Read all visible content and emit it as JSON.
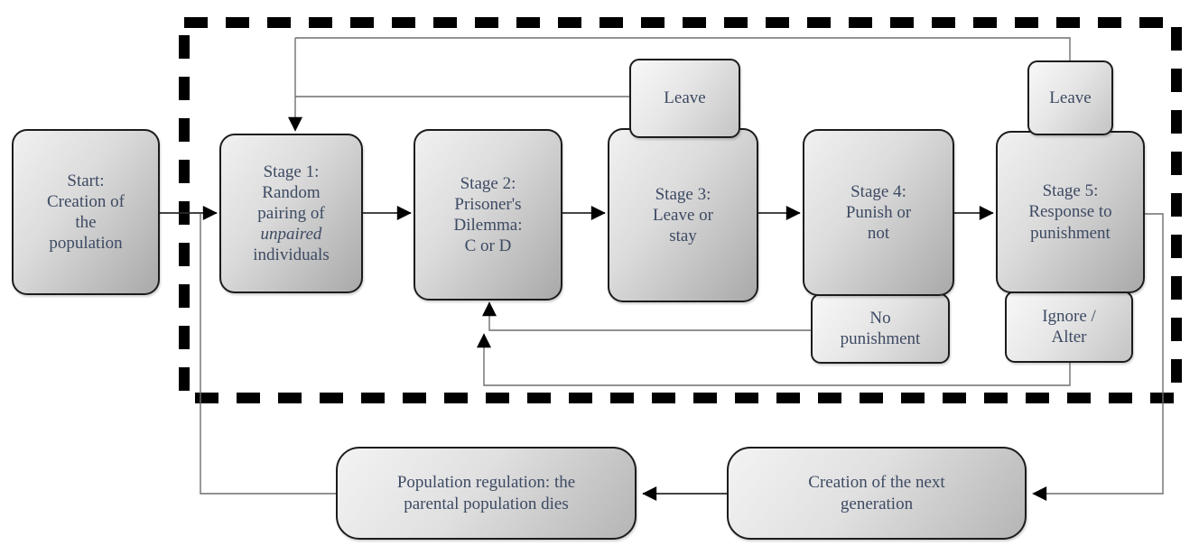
{
  "palette": {
    "node_fill_light": "#f1f1f1",
    "node_fill_dark": "#a9a9a9",
    "node_border": "#1c1c1c",
    "text_color": "#3d4a63",
    "main_arrow_color": "#2a2a2a",
    "feedback_line_color": "#6e6e6e",
    "dashed_boundary_color": "#000000",
    "background": "#ffffff"
  },
  "diagram": {
    "nodes": {
      "start": {
        "label": "Start:\nCreation of\nthe\npopulation"
      },
      "stage1": {
        "label_before": "Stage 1:\nRandom\npairing of\n",
        "label_italic": "unpaired",
        "label_after": "\nindividuals"
      },
      "stage2": {
        "label": "Stage 2:\nPrisoner's\nDilemma:\nC or D"
      },
      "stage3": {
        "label": "Stage 3:\nLeave or\nstay"
      },
      "stage4": {
        "label": "Stage 4:\nPunish or\nnot"
      },
      "stage5": {
        "label": "Stage 5:\nResponse to\npunishment"
      },
      "leave_stage3": {
        "label": "Leave"
      },
      "leave_stage5": {
        "label": "Leave"
      },
      "no_punishment": {
        "label": "No\npunishment"
      },
      "ignore_alter": {
        "label": "Ignore /\nAlter"
      },
      "next_generation": {
        "label": "Creation of the next\ngeneration"
      },
      "population_regulation": {
        "label": "Population regulation: the\nparental population dies"
      }
    },
    "edges": [
      {
        "from": "start",
        "to": "stage1"
      },
      {
        "from": "stage1",
        "to": "stage2"
      },
      {
        "from": "stage2",
        "to": "stage3"
      },
      {
        "from": "stage3",
        "to": "stage4"
      },
      {
        "from": "stage4",
        "to": "stage5"
      },
      {
        "from": "leave_stage3",
        "to": "stage1"
      },
      {
        "from": "leave_stage5",
        "to": "stage1"
      },
      {
        "from": "no_punishment",
        "to": "stage2"
      },
      {
        "from": "ignore_alter",
        "to": "stage2"
      },
      {
        "from": "stage5",
        "to": "next_generation"
      },
      {
        "from": "next_generation",
        "to": "population_regulation"
      },
      {
        "from": "population_regulation",
        "to": "stage1"
      }
    ]
  }
}
